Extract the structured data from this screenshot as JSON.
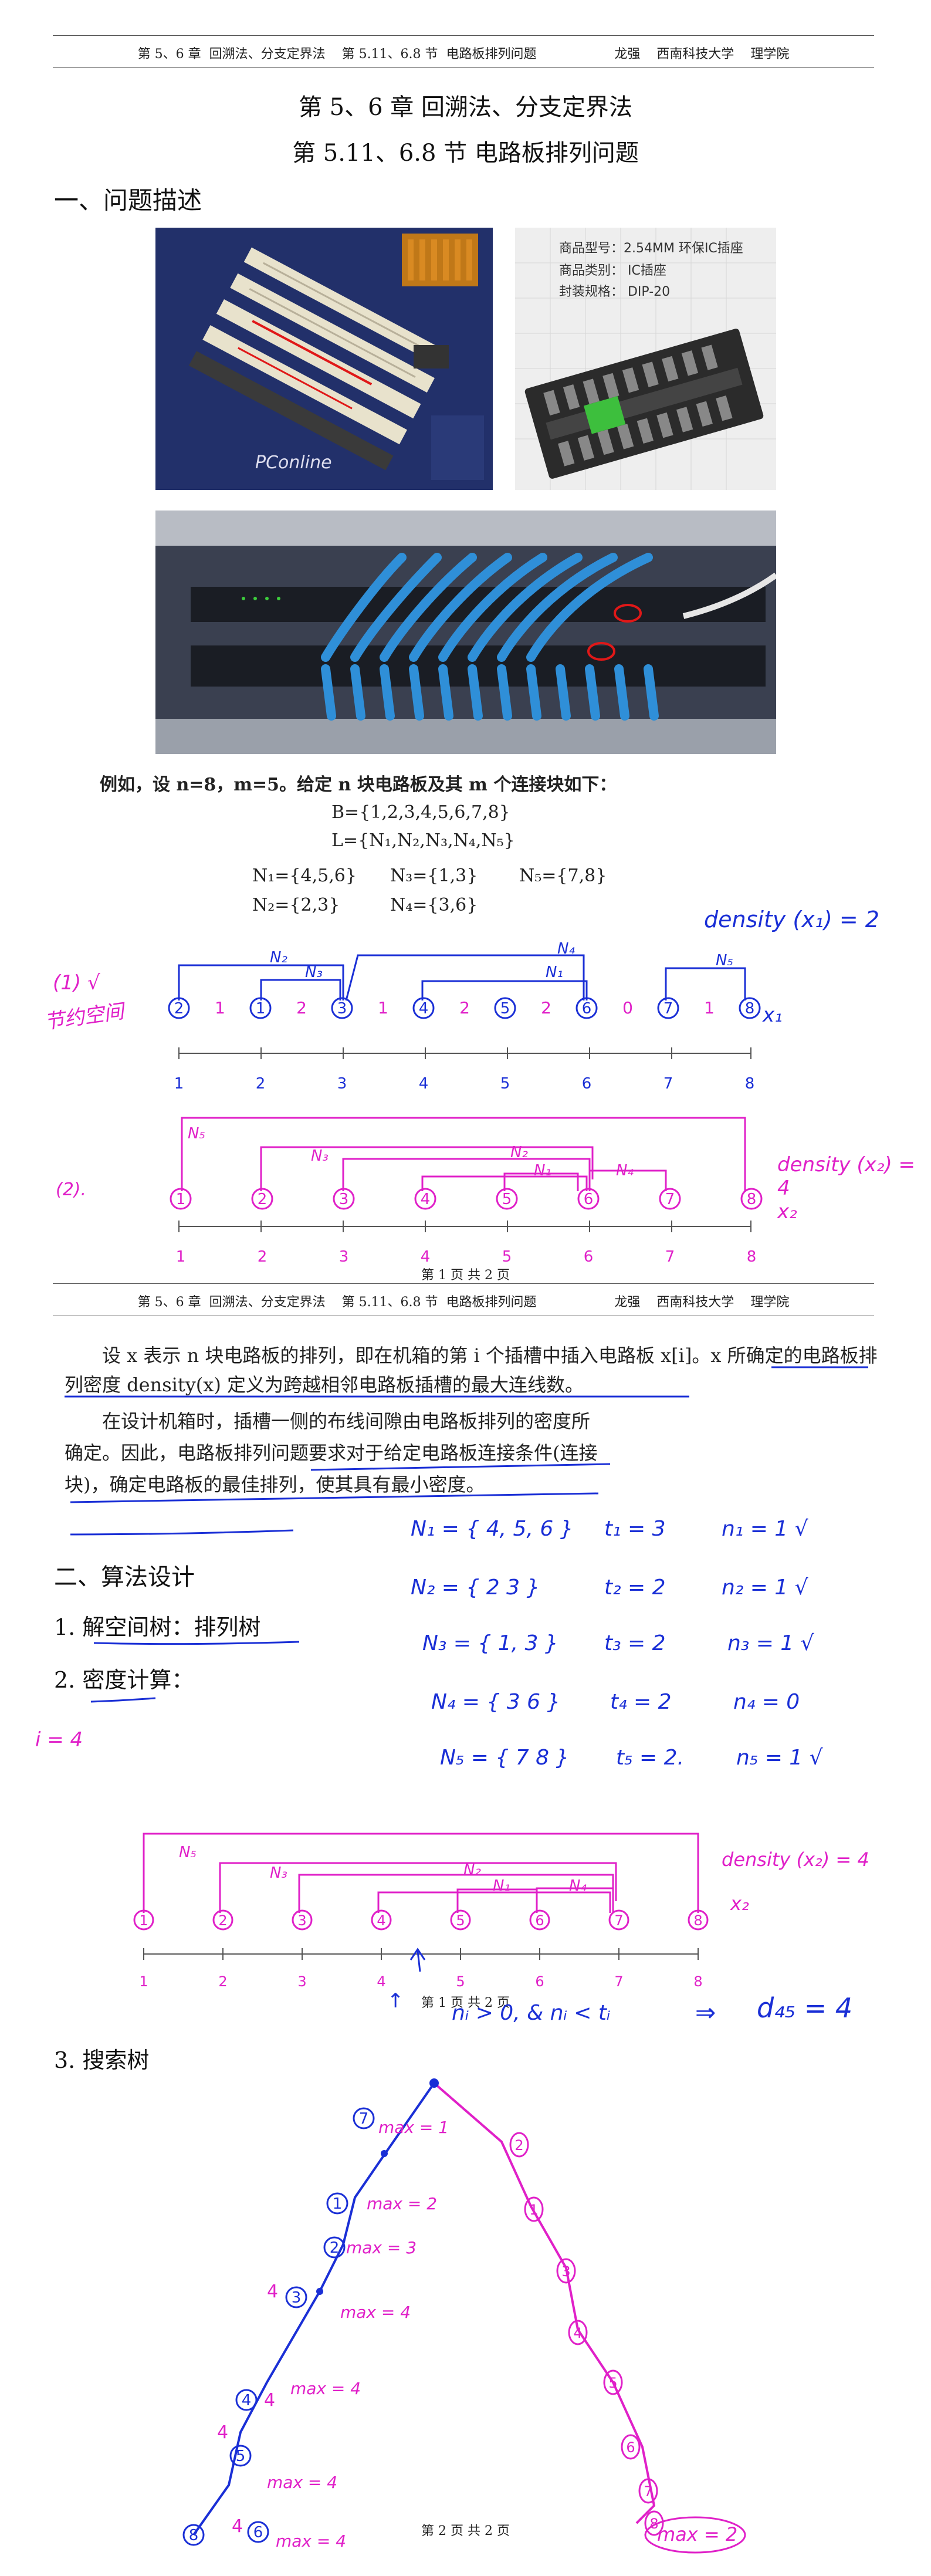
{
  "page1": {
    "header": "第 5、6 章  回溯法、分支定界法    第 5.11、6.8 节  电路板排列问题                   龙强    西南科技大学    理学院",
    "chapter_title": "第 5、6 章  回溯法、分支定界法",
    "section_title": "第 5.11、6.8 节    电路板排列问题",
    "section1_heading": "一、问题描述",
    "photo_chip_labels": [
      "商品型号：2.54MM 环保IC插座",
      "商品类别：  IC插座",
      "封装规格：  DIP-20"
    ],
    "photo_board_watermark": "PConline",
    "example_line": "例如，设 n=8，m=5。给定 n 块电路板及其 m 个连接块如下：",
    "example_B": "B={1,2,3,4,5,6,7,8}",
    "example_L": "L={N₁,N₂,N₃,N₄,N₅}",
    "example_N1": "N₁={4,5,6}",
    "example_N2": "N₂={2,3}",
    "example_N3": "N₃={1,3}",
    "example_N4": "N₄={3,6}",
    "example_N5": "N₅={7,8}",
    "footer": "第 1 页  共 2 页"
  },
  "diagram1": {
    "nodes": [
      "2",
      "1",
      "3",
      "4",
      "5",
      "6",
      "7",
      "8"
    ],
    "between": [
      "1",
      "2",
      "1",
      "2",
      "2",
      "0",
      "1"
    ],
    "axis": [
      "1",
      "2",
      "3",
      "4",
      "5",
      "6",
      "7",
      "8"
    ],
    "left_label": "(1) √",
    "left_label2": "节约空间",
    "density": "density (x₁) = 2",
    "xlabel": "x₁",
    "net_labels": [
      "N₂",
      "N₃",
      "N₁",
      "N₄",
      "N₅"
    ]
  },
  "diagram2": {
    "nodes": [
      "1",
      "2",
      "3",
      "4",
      "5",
      "6",
      "7",
      "8"
    ],
    "axis": [
      "1",
      "2",
      "3",
      "4",
      "5",
      "6",
      "7",
      "8"
    ],
    "left_label": "(2).",
    "density": "density (x₂) = 4",
    "xlabel": "x₂",
    "net_labels": [
      "N₅",
      "N₃",
      "N₂",
      "N₁",
      "N₄"
    ]
  },
  "page2": {
    "header": "第 5、6 章  回溯法、分支定界法    第 5.11、6.8 节  电路板排列问题                   龙强    西南科技大学    理学院",
    "para1": "设 x 表示 n 块电路板的排列，即在机箱的第 i 个插槽中插入电路板 x[i]。x 所确定的电路板排列密度 density(x) 定义为跨越相邻电路板插槽的最大连线数。",
    "para2": "在设计机箱时，插槽一侧的布线间隙由电路板排列的密度所确定。因此，电路板排列问题要求对于给定电路板连接条件(连接块)，确定电路板的最佳排列，使其具有最小密度。",
    "section2_heading": "二、算法设计",
    "item1": "1. 解空间树：排列树",
    "item2": "2. 密度计算：",
    "item3": "3. 搜索树",
    "footer": "第 2 页  共 2 页",
    "footer_overlay": "第 1 页  共 2 页"
  },
  "notes_nets": [
    {
      "set": "N₁ = { 4, 5, 6 }",
      "t": "t₁ = 3",
      "n": "n₁ = 1 √"
    },
    {
      "set": "N₂ = { 2  3 }",
      "t": "t₂ = 2",
      "n": "n₂ = 1 √"
    },
    {
      "set": "N₃ = { 1, 3 }",
      "t": "t₃ = 2",
      "n": "n₃ = 1 √"
    },
    {
      "set": "N₄ = { 3 6 }",
      "t": "t₄ = 2",
      "n": "n₄ = 0"
    },
    {
      "set": "N₅ = { 7 8 }",
      "t": "t₅ = 2.",
      "n": "n₅ = 1 √"
    }
  ],
  "notes_misc": {
    "i_eq": "i = 4",
    "cond": "nᵢ > 0, & nᵢ < tᵢ",
    "arrow": "⇒",
    "result": "d₄₅ = 4",
    "density3": "density (x₂) = 4",
    "xlabel3": "x₂"
  },
  "diagram3": {
    "nodes": [
      "1",
      "2",
      "3",
      "4",
      "5",
      "6",
      "7",
      "8"
    ],
    "axis": [
      "1",
      "2",
      "3",
      "4",
      "5",
      "6",
      "7",
      "8"
    ],
    "net_labels": [
      "N₅",
      "N₃",
      "N₂",
      "N₁",
      "N₄"
    ]
  },
  "tree": {
    "left_path": [
      "7",
      "1",
      "2",
      "3",
      "4",
      "5",
      "6",
      "8"
    ],
    "left_edges": [
      "4",
      "4",
      "4",
      "4"
    ],
    "max_labels": [
      "max = 1",
      "max = 2",
      "max = 3",
      "max = 4",
      "max = 4",
      "max = 4",
      "max = 4"
    ],
    "right_path": [
      "2",
      "1",
      "3",
      "4",
      "5",
      "6",
      "7",
      "8"
    ],
    "right_max": "max = 2"
  }
}
